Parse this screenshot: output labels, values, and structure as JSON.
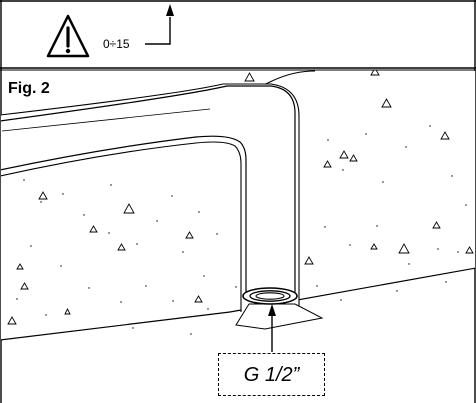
{
  "colors": {
    "stroke": "#000000",
    "background": "#ffffff"
  },
  "icons": {
    "warning": "warning-triangle-icon",
    "arrow": "upward-arrow-icon"
  },
  "top_panel": {
    "range_label": "0÷15"
  },
  "figure": {
    "label": "Fig. 2",
    "thread_label": "G 1/2”"
  }
}
